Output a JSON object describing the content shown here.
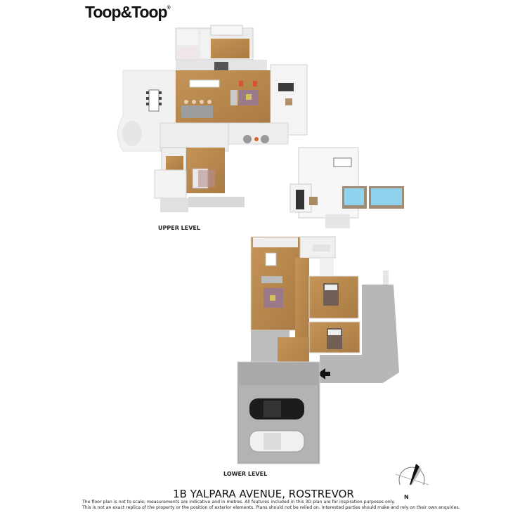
{
  "brand": {
    "name": "Toop&Toop",
    "mark": "®"
  },
  "levels": {
    "upper": {
      "label": "UPPER LEVEL"
    },
    "lower": {
      "label": "LOWER LEVEL"
    }
  },
  "property": {
    "address": "1B YALPARA AVENUE, ROSTREVOR"
  },
  "disclaimer": {
    "line1": "The floor plan is not to scale; measurements are indicative and in metres. All features included in this 3D plan are for inspiration purposes only.",
    "line2": "This is not an exact replica of the property or the position of exterior elements. Plans should not be relied on. Interested parties should make and rely on their own enquiries."
  },
  "compass": {
    "label": "N"
  },
  "colors": {
    "floor_wood": "#b8894f",
    "wall": "#e9e9e9",
    "garage": "#a9a9a9",
    "pool": "#8fd3ee",
    "rug": "#9a7a88"
  }
}
